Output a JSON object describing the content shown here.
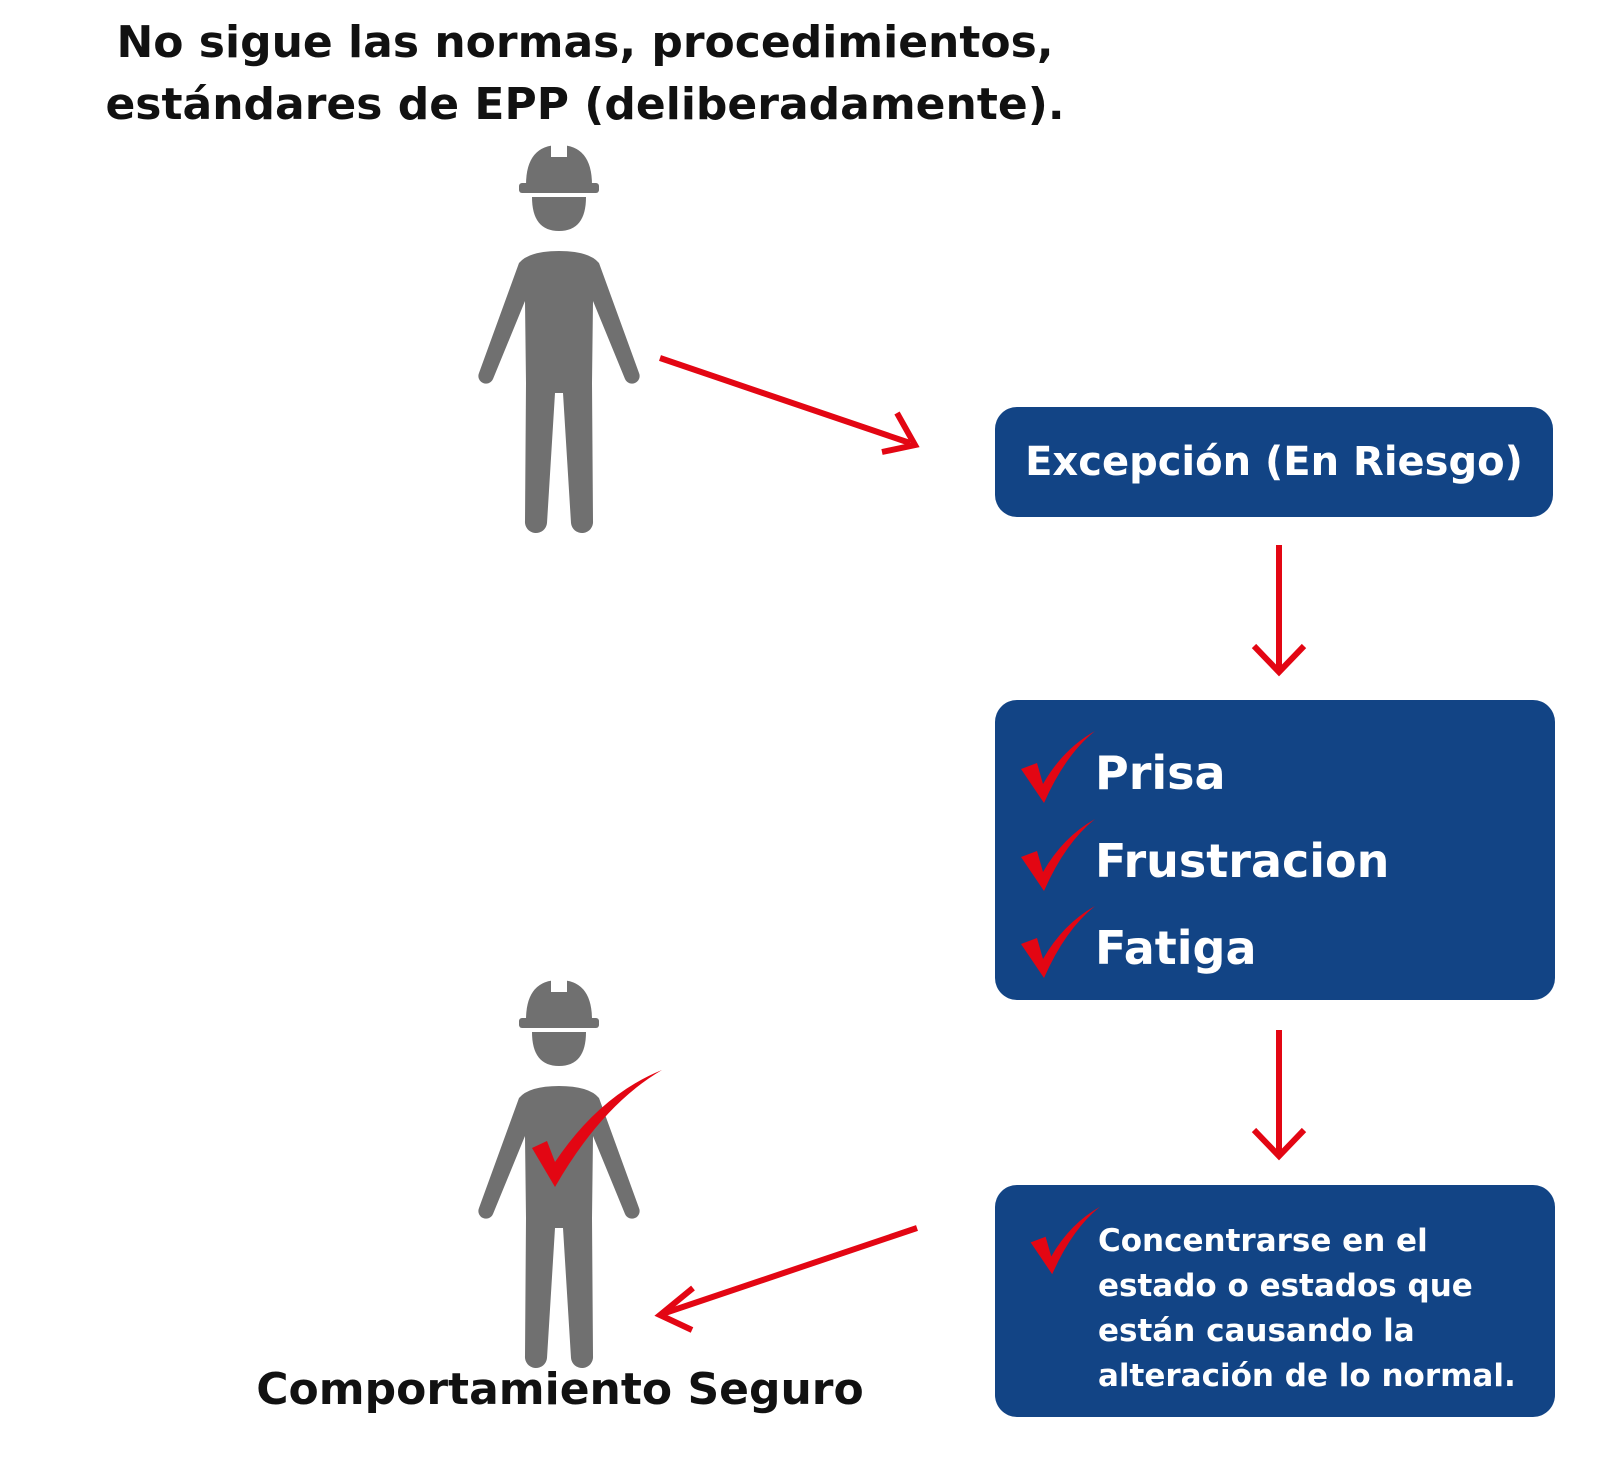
{
  "title": {
    "line1": "No sigue las normas, procedimientos,",
    "line2": "estándares de EPP (deliberadamente)."
  },
  "exception_box": {
    "label": "Excepción (En Riesgo)"
  },
  "states_box": {
    "items": [
      {
        "label": "Prisa"
      },
      {
        "label": "Frustracion"
      },
      {
        "label": "Fatiga"
      }
    ]
  },
  "focus_box": {
    "text": "Concentrarse en el estado o estados que están causando la alteración de lo normal."
  },
  "bottom_label": "Comportamiento Seguro",
  "icons": {
    "worker": "worker-hardhat-icon",
    "check": "checkmark-icon",
    "arrow": "arrow-icon"
  },
  "colors": {
    "box": "#124485",
    "arrow": "#e30613",
    "figure": "#707070",
    "text": "#111111"
  }
}
